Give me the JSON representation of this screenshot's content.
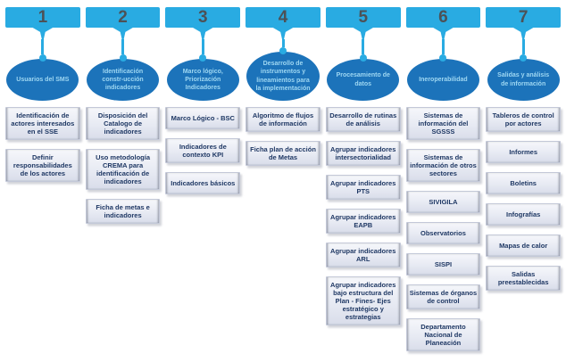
{
  "colors": {
    "bar": "#29ABE2",
    "ellipse": "#1C73BA",
    "ellipse_text": "#9ED7F2",
    "number": "#4D5156",
    "box_text": "#1F3864"
  },
  "diagram": {
    "columns": [
      {
        "number": "1",
        "ellipse": "Usuarios del SMS",
        "boxes": [
          "Identificación de actores interesados en el SSE",
          "Definir responsabilidades de los actores"
        ]
      },
      {
        "number": "2",
        "ellipse": "Identificación constr-ucción indicadores",
        "boxes": [
          "Disposición del Catalogo de indicadores",
          "Uso metodología CREMA para identificación de indicadores",
          "Ficha de metas e indicadores"
        ]
      },
      {
        "number": "3",
        "ellipse": "Marco lógico, Priorización Indicadores",
        "boxes": [
          "Marco Lógico - BSC",
          "Indicadores de contexto KPI",
          "Indicadores básicos"
        ]
      },
      {
        "number": "4",
        "ellipse": "Desarrollo de instrumentos y lineamientos para la implementación",
        "boxes": [
          "Algoritmo de flujos de información",
          "Ficha plan de acción de Metas"
        ]
      },
      {
        "number": "5",
        "ellipse": "Procesamiento de datos",
        "boxes": [
          "Desarrollo de rutinas de análisis",
          "Agrupar indicadores intersectorialidad",
          "Agrupar indicadores PTS",
          "Agrupar indicadores EAPB",
          "Agrupar indicadores ARL",
          "Agrupar indicadores bajo estructura del Plan - Fines- Ejes estratégico y estrategias"
        ]
      },
      {
        "number": "6",
        "ellipse": "Ineroperabilidad",
        "boxes": [
          "Sistemas de información del SGSSS",
          "Sistemas de información de otros sectores",
          "SIVIGILA",
          "Observatorios",
          "SISPI",
          "Sistemas de órganos de control",
          "Departamento Nacional de Planeación"
        ]
      },
      {
        "number": "7",
        "ellipse": "Salidas y análisis de información",
        "boxes": [
          "Tableros de control por actores",
          "Informes",
          "Boletins",
          "Infografías",
          "Mapas de calor",
          "Salidas preestablecidas"
        ]
      }
    ]
  }
}
